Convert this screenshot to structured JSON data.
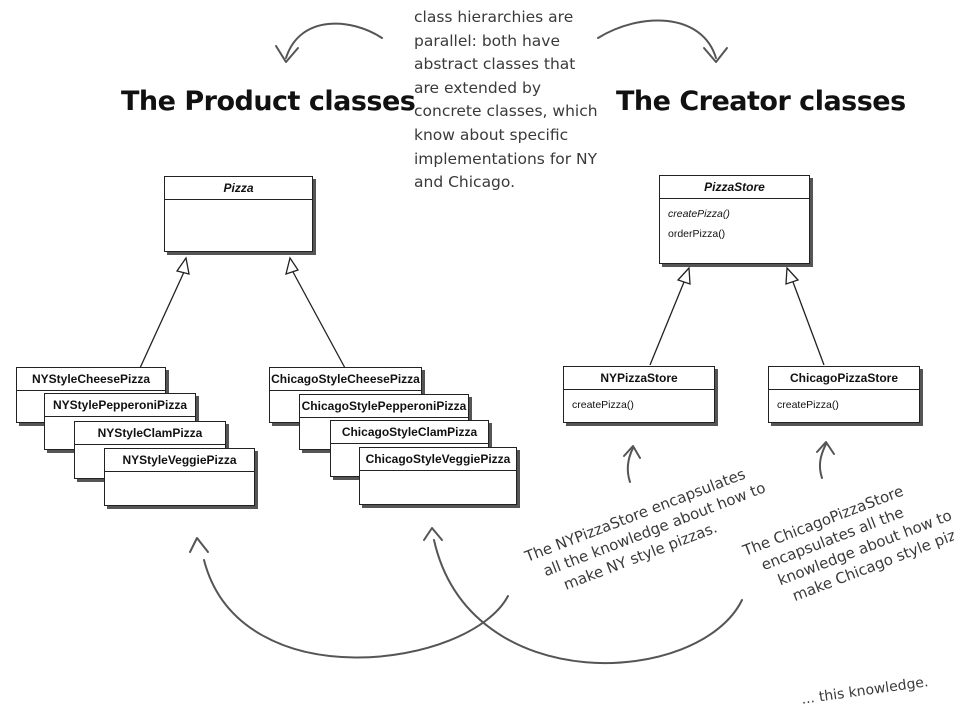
{
  "headings": {
    "product": "The Product classes",
    "creator": "The Creator classes"
  },
  "notes": {
    "top": [
      "class hierarchies are",
      "parallel: both have",
      "abstract classes that",
      "are extended by",
      "concrete classes, which",
      "know about  specific",
      "implementations for NY",
      "and Chicago."
    ],
    "ny_store": [
      "The NYPizzaStore encapsulates",
      "all the knowledge about how to",
      "make NY style pizzas."
    ],
    "chicago_store": [
      "The ChicagoPizzaStore",
      "encapsulates all the",
      "knowledge about how to",
      "make Chicago style pizzas."
    ],
    "bottom_partial": "... this knowledge."
  },
  "product": {
    "abstract": "Pizza",
    "ny": [
      "NYStyleCheesePizza",
      "NYStylePepperoniPizza",
      "NYStyleClamPizza",
      "NYStyleVeggiePizza"
    ],
    "chicago": [
      "ChicagoStyleCheesePizza",
      "ChicagoStylePepperoniPizza",
      "ChicagoStyleClamPizza",
      "ChicagoStyleVeggiePizza"
    ]
  },
  "creator": {
    "abstract": "PizzaStore",
    "abstract_methods": [
      "createPizza()",
      "orderPizza()"
    ],
    "ny_store": {
      "name": "NYPizzaStore",
      "method": "createPizza()"
    },
    "chicago_store": {
      "name": "ChicagoPizzaStore",
      "method": "createPizza()"
    }
  }
}
